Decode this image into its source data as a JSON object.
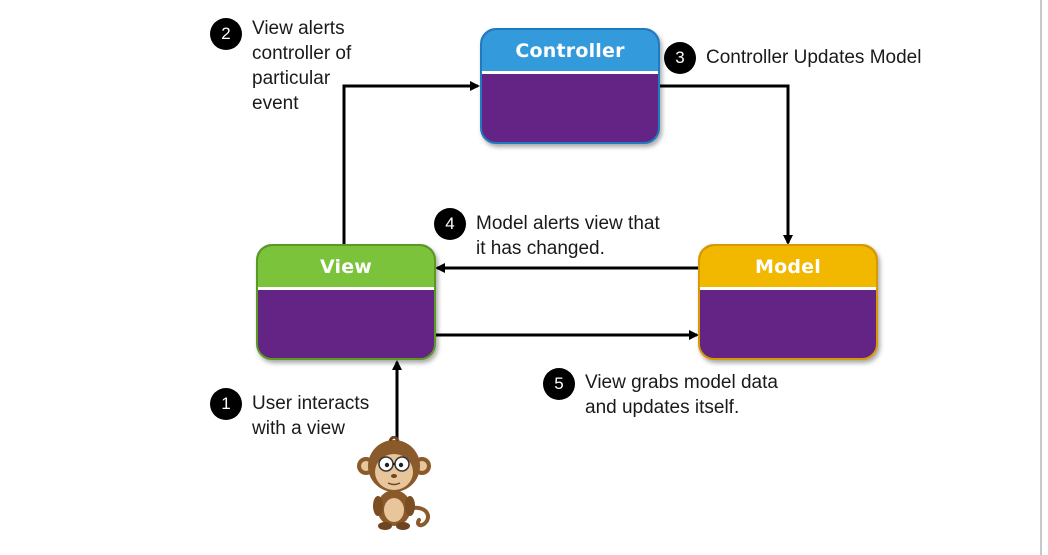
{
  "diagram": {
    "components": {
      "controller": {
        "label": "Controller",
        "header_color": "#339bdc",
        "body_color": "#632486"
      },
      "view": {
        "label": "View",
        "header_color": "#7cc33c",
        "body_color": "#632486"
      },
      "model": {
        "label": "Model",
        "header_color": "#f2b800",
        "body_color": "#632486"
      }
    },
    "steps": [
      {
        "number": "1",
        "text": "User interacts\nwith a view"
      },
      {
        "number": "2",
        "text": "View alerts\ncontroller of\nparticular\nevent"
      },
      {
        "number": "3",
        "text": "Controller Updates Model"
      },
      {
        "number": "4",
        "text": "Model alerts view that\nit has changed."
      },
      {
        "number": "5",
        "text": "View grabs model data\nand updates itself."
      }
    ],
    "user_figure": {
      "icon": "monkey-icon"
    },
    "arrow_color": "#000000"
  }
}
